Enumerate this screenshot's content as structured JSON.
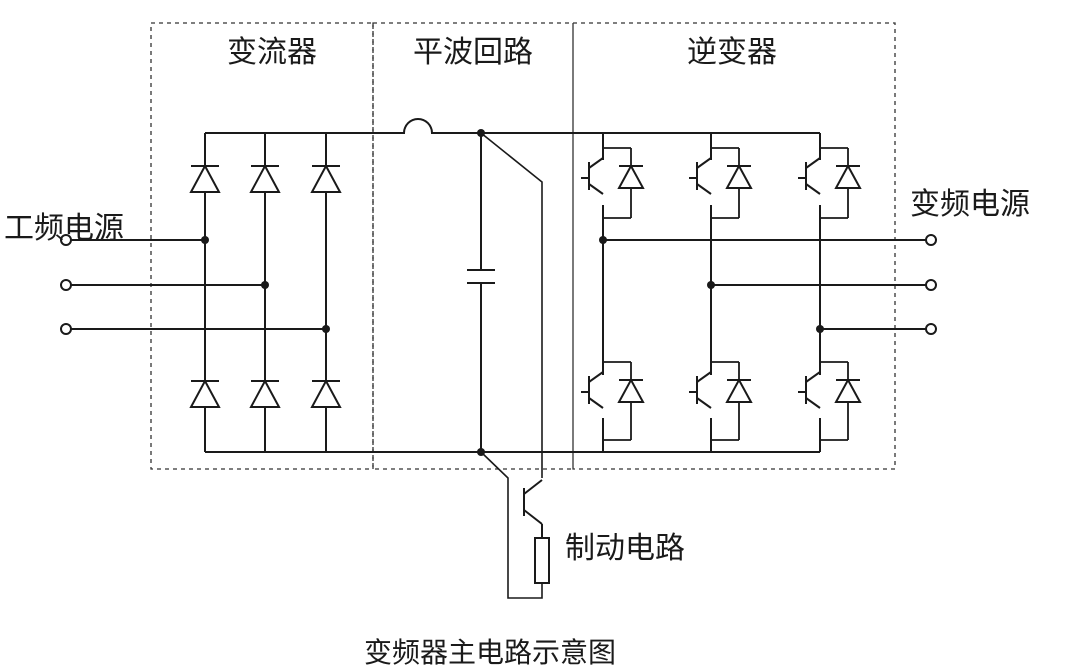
{
  "sections": {
    "rectifier": "变流器",
    "dc_link": "平波回路",
    "inverter": "逆变器"
  },
  "labels": {
    "input_source": "工频电源",
    "output_source": "变频电源",
    "brake_circuit": "制动电路",
    "caption": "变频器主电路示意图"
  },
  "colors": {
    "line": "#1a1a1a",
    "background": "#ffffff"
  }
}
